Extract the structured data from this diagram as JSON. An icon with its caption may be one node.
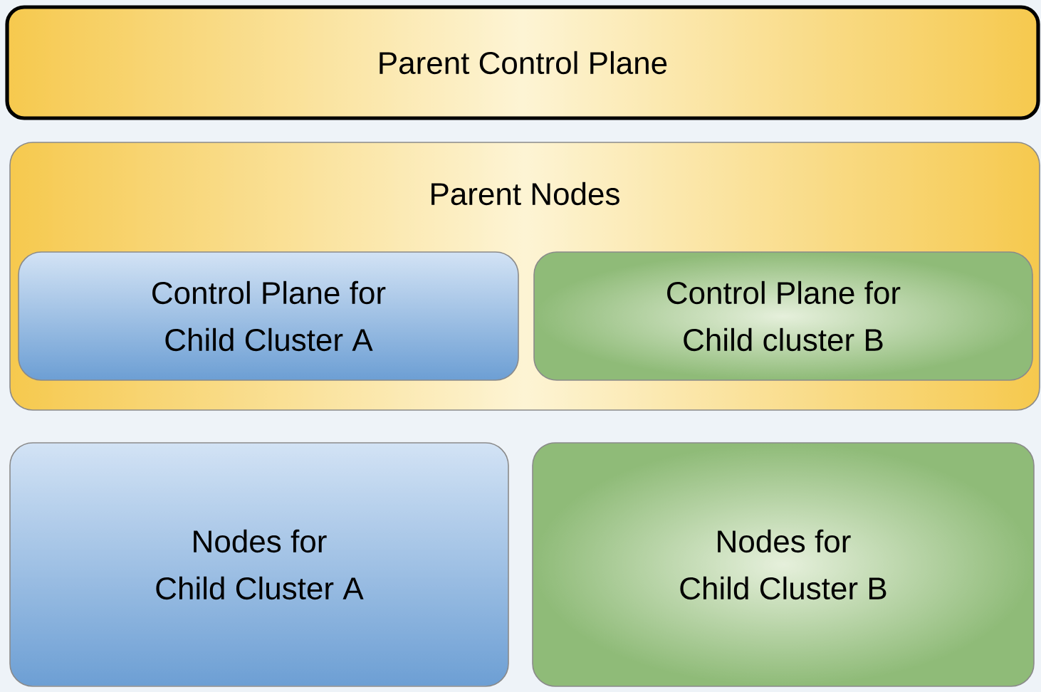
{
  "diagram": {
    "nodes": [
      {
        "text": [
          "Parent Control Plane"
        ]
      },
      {
        "text": [
          "Parent Nodes"
        ]
      },
      {
        "text": [
          "Control Plane for Child Cluster A"
        ],
        "in": 1
      },
      {
        "text": [
          "Control Plane for Child cluster B"
        ],
        "in": 1
      },
      {
        "text": [
          "Nodes for Child Cluster A"
        ]
      },
      {
        "text": [
          "Nodes for Child Cluster B"
        ]
      }
    ]
  }
}
